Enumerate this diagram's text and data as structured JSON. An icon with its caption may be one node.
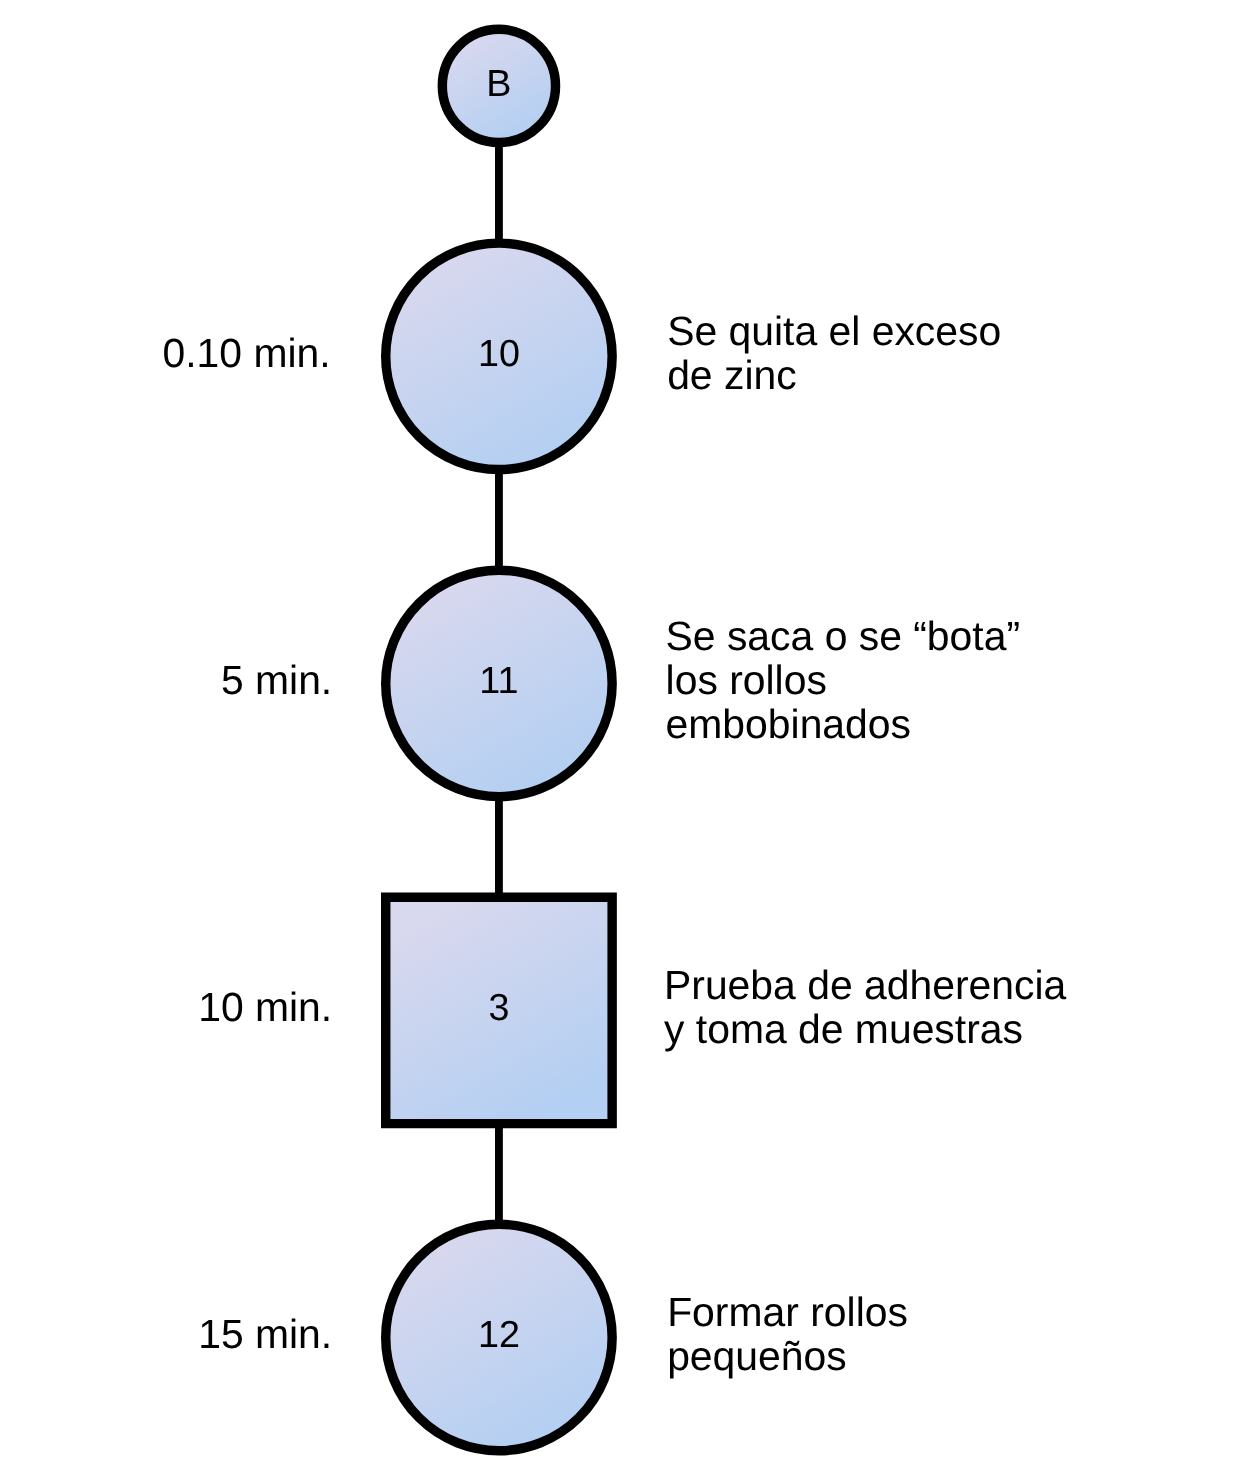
{
  "diagram": {
    "nodes": [
      {
        "text": [
          "B"
        ]
      },
      {
        "text": [
          "10"
        ],
        "beside": [
          "0.10 min.",
          "Se quita el exceso de zinc"
        ]
      },
      {
        "text": [
          "11"
        ],
        "beside": [
          "5 min.",
          "Se saca o se “bota” los rollos embobinados"
        ]
      },
      {
        "text": [
          "3"
        ],
        "beside": [
          "10 min.",
          "Prueba de adherencia y toma de muestras"
        ]
      },
      {
        "text": [
          "12"
        ],
        "beside": [
          "15 min.",
          "Formar rollos pequeños"
        ]
      }
    ],
    "edges": [
      {
        "from": 0,
        "to": 1,
        "arrow": "none"
      },
      {
        "from": 1,
        "to": 2,
        "arrow": "none"
      },
      {
        "from": 2,
        "to": 3,
        "arrow": "none"
      },
      {
        "from": 3,
        "to": 4,
        "arrow": "none"
      }
    ]
  }
}
